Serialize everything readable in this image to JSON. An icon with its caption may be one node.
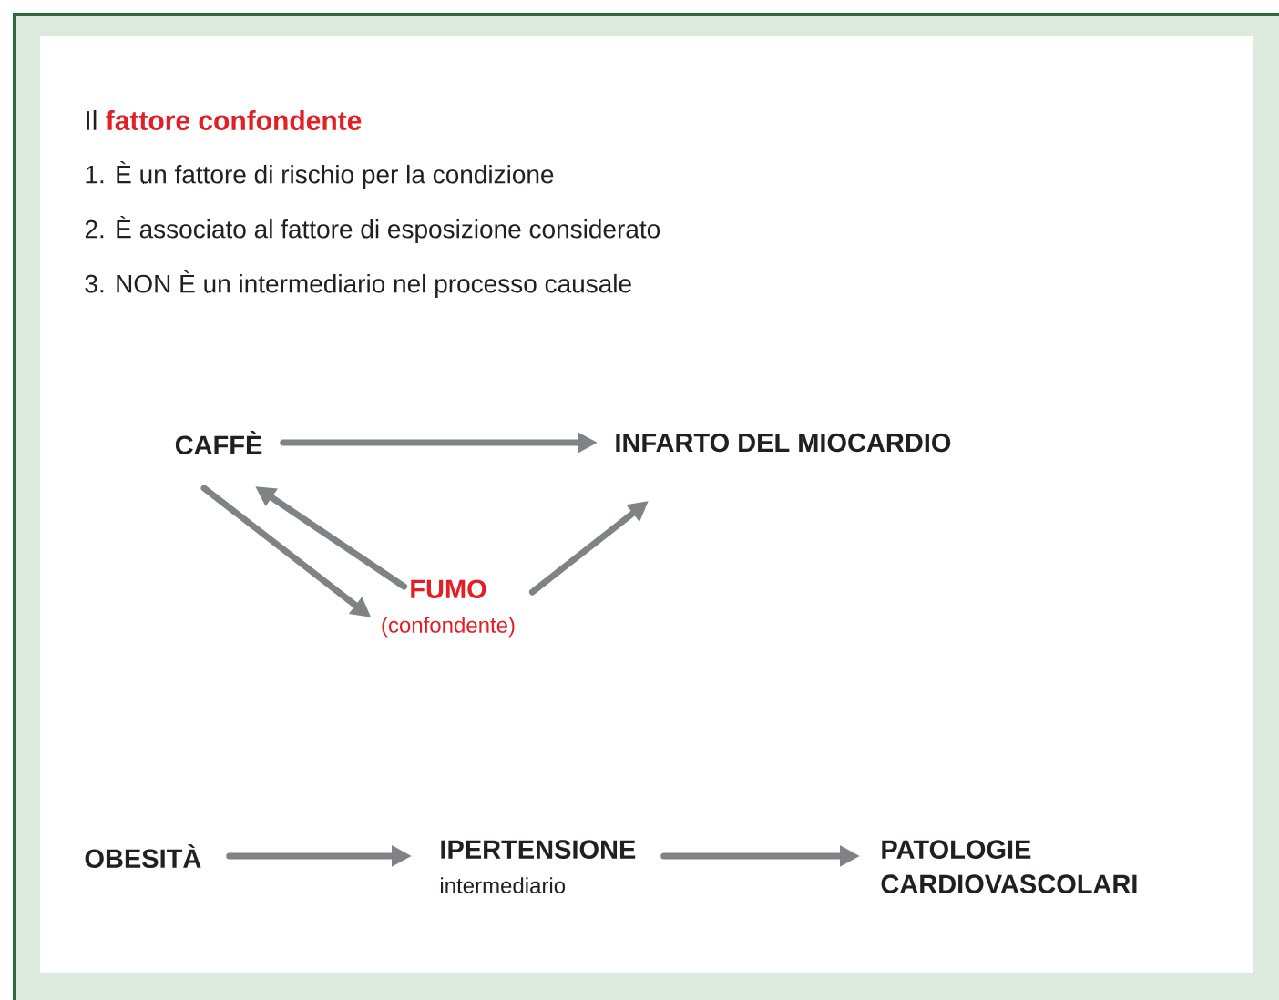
{
  "diagram": {
    "title": "Il **fattore confondente**",
    "nodes": [
      {
        "text": [
          "CAFFÈ"
        ]
      },
      {
        "text": [
          "INFARTO DEL MIOCARDIO"
        ]
      },
      {
        "text": [
          "FUMO",
          "(confondente)"
        ]
      },
      {
        "text": [
          "OBESITÀ"
        ]
      },
      {
        "text": [
          "IPERTENSIONE",
          "intermediario"
        ]
      },
      {
        "text": [
          "PATOLOGIE CARDIOVASCOLARI"
        ]
      }
    ],
    "edges": [
      {
        "from": 0,
        "to": 1,
        "arrow": "to"
      },
      {
        "from": 0,
        "to": 2,
        "arrow": "to"
      },
      {
        "from": 2,
        "to": 0,
        "arrow": "to"
      },
      {
        "from": 2,
        "to": 1,
        "arrow": "to"
      },
      {
        "from": 3,
        "to": 4,
        "arrow": "to"
      },
      {
        "from": 4,
        "to": 5,
        "arrow": "to"
      }
    ],
    "labels": [
      "1. È un fattore di rischio per la condizione",
      "2. È associato al fattore di esposizione considerato",
      "3. NON È un intermediario nel processo causale"
    ]
  }
}
